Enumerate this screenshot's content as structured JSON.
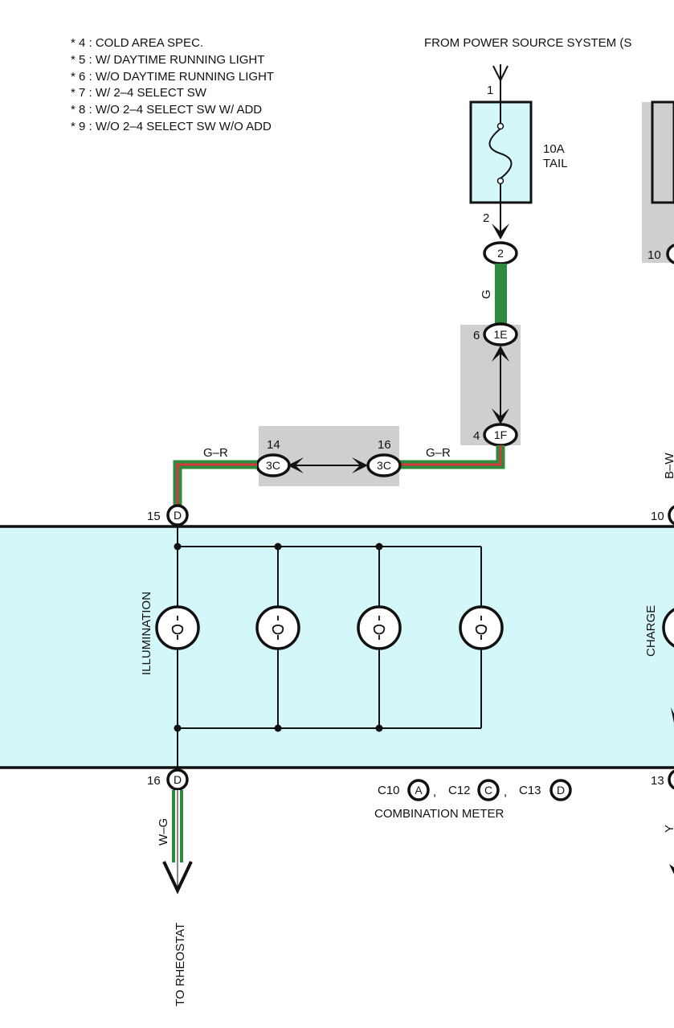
{
  "notes": [
    "* 4 : COLD AREA SPEC.",
    "* 5 : W/ DAYTIME RUNNING LIGHT",
    "* 6 : W/O DAYTIME RUNNING LIGHT",
    "* 7 : W/ 2–4 SELECT SW",
    "* 8 : W/O 2–4 SELECT SW W/ ADD",
    "* 9 : W/O 2–4 SELECT SW W/O ADD"
  ],
  "power_source_label": "FROM POWER SOURCE SYSTEM (S",
  "fuse": {
    "rating": "10A",
    "name": "TAIL",
    "pin_in": "1",
    "pin_out": "2"
  },
  "connectors": {
    "c2": {
      "code": "2"
    },
    "c1e": {
      "pin": "6",
      "code": "1E"
    },
    "c1f": {
      "pin": "4",
      "code": "1F"
    },
    "c3c_left": {
      "pin": "14",
      "code": "3C"
    },
    "c3c_right": {
      "pin": "16",
      "code": "3C"
    },
    "d15": {
      "pin": "15",
      "code": "D"
    },
    "d16": {
      "pin": "16",
      "code": "D"
    },
    "right_top_pin": "10",
    "right_top_pin2": "10",
    "right_bottom_pin": "13"
  },
  "wires": {
    "g": "G",
    "gr_left": "G–R",
    "gr_right": "G–R",
    "wg": "W–G",
    "bw": "B–W",
    "y": "Y"
  },
  "meter": {
    "illumination": "ILLUMINATION",
    "charge": "CHARGE",
    "title": "COMBINATION METER",
    "c10": "C10",
    "c10_code": "A",
    "c12": "C12",
    "c12_code": "C",
    "c13": "C13",
    "c13_code": "D",
    "sep1": ",",
    "sep2": ","
  },
  "to_rheostat": "TO RHEOSTAT",
  "colors": {
    "wire_green": "#2e8b3e",
    "wire_red": "#d63a3a",
    "meter_fill": "#d4f8fa",
    "fuse_fill": "#d4f8fa",
    "junction_gray": "#cfcfcf"
  }
}
